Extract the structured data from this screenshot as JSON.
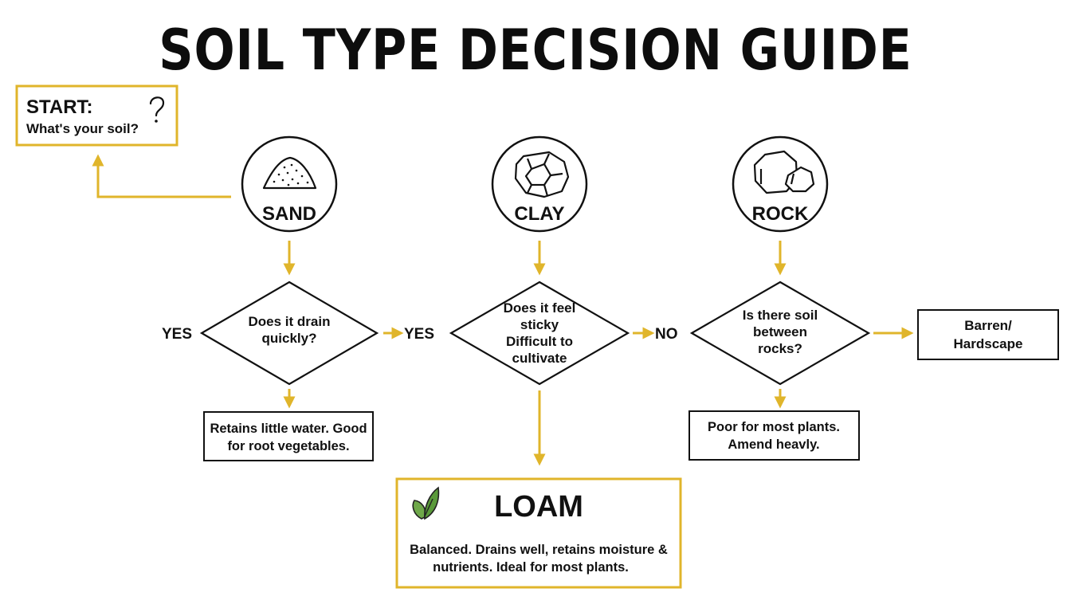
{
  "title": "SOIL TYPE DECISION GUIDE",
  "colors": {
    "accent": "#e0b52b",
    "stroke": "#111111",
    "leaf": "#5a9a3a",
    "background": "#ffffff"
  },
  "start": {
    "heading": "START:",
    "question": "What's your soil?",
    "icon": "question-mark-icon"
  },
  "soil_types": [
    {
      "label": "SAND",
      "icon": "sand-pile-icon"
    },
    {
      "label": "CLAY",
      "icon": "cracked-clay-icon"
    },
    {
      "label": "ROCK",
      "icon": "rocks-icon"
    }
  ],
  "decisions": [
    {
      "lines": [
        "Does it drain",
        "quickly?"
      ]
    },
    {
      "lines": [
        "Does it feel",
        "sticky",
        "Difficult to",
        "cultivate"
      ]
    },
    {
      "lines": [
        "Is there soil",
        "between",
        "rocks?"
      ]
    }
  ],
  "branch_labels": {
    "yes_left": "YES",
    "yes_mid": "YES",
    "no": "NO"
  },
  "results": {
    "sand": {
      "lines": [
        "Retains little water. Good",
        "for root vegetables."
      ]
    },
    "rock": {
      "lines": [
        "Poor for most plants.",
        "Amend heavly."
      ]
    },
    "barren": {
      "lines": [
        "Barren/",
        "Hardscape"
      ]
    },
    "loam": {
      "title": "LOAM",
      "icon": "leaf-icon",
      "lines": [
        "Balanced. Drains well, retains moisture &",
        "nutrients. Ideal for most plants."
      ]
    }
  }
}
